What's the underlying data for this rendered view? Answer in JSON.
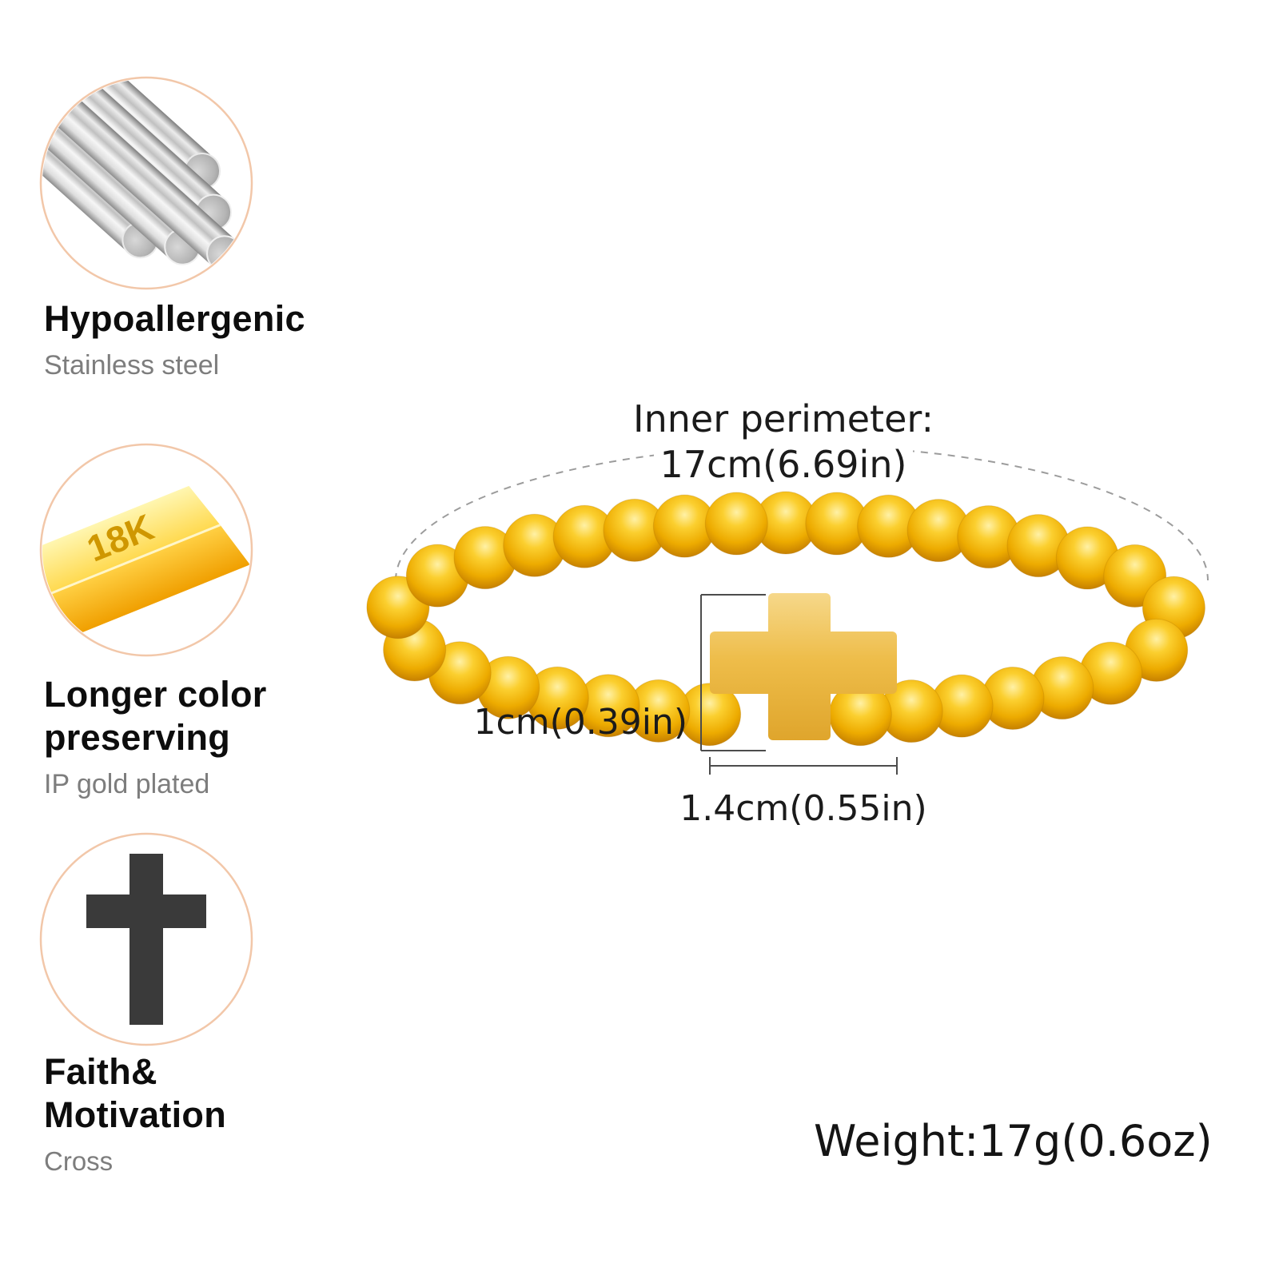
{
  "features": [
    {
      "title": "Hypoallergenic",
      "subtitle": "Stainless steel",
      "icon": "steel-rods-icon"
    },
    {
      "title": "Longer color\npreserving",
      "subtitle": "IP gold plated",
      "icon": "gold-bar-icon",
      "bar_text": "18K"
    },
    {
      "title": "Faith&\nMotivation",
      "subtitle": "Cross",
      "icon": "cross-icon"
    }
  ],
  "bracelet": {
    "inner_perimeter_label": "Inner perimeter:",
    "inner_perimeter_value": "17cm(6.69in)",
    "cross_height_label": "1cm(0.39in)",
    "cross_width_label": "1.4cm(0.55in)",
    "weight_label": "Weight:17g(0.6oz)"
  },
  "colors": {
    "gold_bead": "#edab00",
    "gold_cross": "#eebd4a",
    "circle_border": "#f2c7a9",
    "text_primary": "#0d0d0d",
    "text_secondary": "#7d7d7d",
    "dimension_line": "#4c4c4c"
  }
}
